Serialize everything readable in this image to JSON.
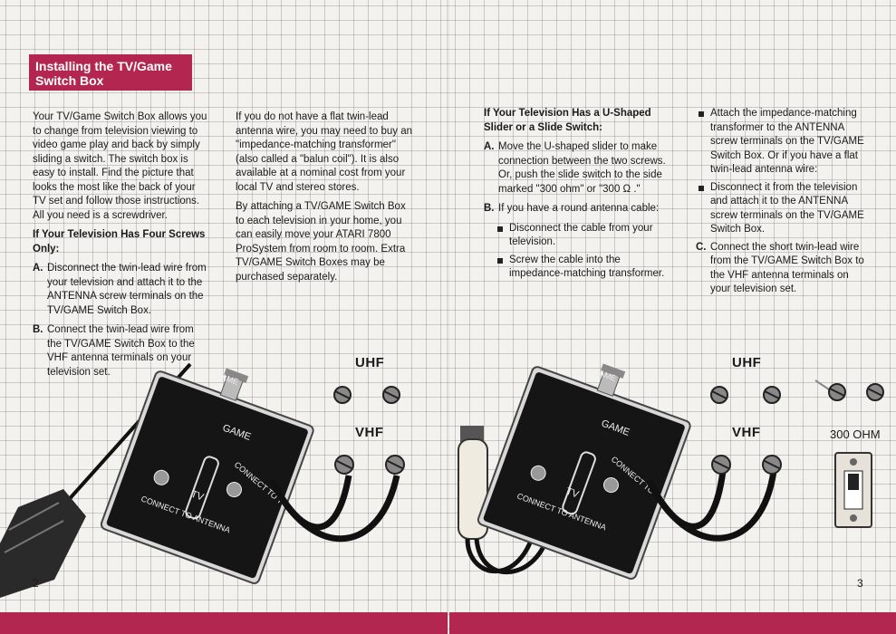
{
  "left_page": {
    "title": "Installing the TV/Game Switch Box",
    "intro": "Your TV/Game Switch Box allows you to change from television viewing to video game play and back by simply sliding a switch. The switch box is easy to install. Find the picture that looks the most like the back of your TV set and follow those instructions. All you need is a screwdriver.",
    "heading": "If Your Television Has Four Screws Only:",
    "steps": [
      {
        "label": "A.",
        "text": "Disconnect the twin-lead wire from your television and attach it to the ANTENNA screw terminals on the TV/GAME Switch Box."
      },
      {
        "label": "B.",
        "text": "Connect the twin-lead wire from the TV/GAME Switch Box to the VHF antenna terminals on your television set."
      }
    ],
    "col2_p1": "If you do not have a flat twin-lead antenna wire, you may need to buy an \"impedance-matching transformer\" (also called a \"balun coil\"). It is also available at a nominal cost from your local TV and stereo stores.",
    "col2_p2": "By attaching a TV/GAME Switch Box to each television in your home, you can easily move your ATARI 7800 ProSystem from room to room. Extra TV/GAME Switch Boxes may be purchased separately.",
    "page_number": "2",
    "illustration": {
      "uhf": "UHF",
      "vhf": "VHF",
      "box_game_top": "GAME",
      "box_game": "GAME",
      "box_tv": "TV",
      "box_connect_tv": "CONNECT TO TV VHF",
      "box_connect_antenna": "CONNECT TO ANTENNA"
    }
  },
  "right_page": {
    "heading": "If Your Television Has a U-Shaped Slider or a Slide Switch:",
    "steps": [
      {
        "label": "A.",
        "text": "Move the U-shaped slider to make connection between the two screws. Or, push the slide switch to the side marked \"300 ohm\" or \"300 Ω .\""
      },
      {
        "label": "B.",
        "text": "If you have a round antenna cable:"
      }
    ],
    "b_bullets": [
      "Disconnect the cable from your television.",
      "Screw the cable into the impedance-matching transformer."
    ],
    "c2_bullets": [
      "Attach the impedance-matching transformer to the ANTENNA screw terminals on the TV/GAME Switch Box. Or if you have a flat twin-lead antenna wire:",
      "Disconnect it from the television and attach it to the ANTENNA screw terminals on the TV/GAME Switch Box."
    ],
    "step_c": {
      "label": "C.",
      "text": "Connect the short twin-lead wire from the TV/GAME Switch Box to the VHF antenna terminals on your television set."
    },
    "page_number": "3",
    "illustration": {
      "uhf": "UHF",
      "vhf": "VHF",
      "ohm": "300 OHM",
      "box_game_top": "GAME",
      "box_game": "GAME",
      "box_tv": "TV",
      "box_connect_tv": "CONNECT TO TV VHF",
      "box_connect_antenna": "CONNECT TO ANTENNA"
    }
  },
  "colors": {
    "accent": "#b3264f",
    "grid": "#8a8a8a",
    "ink": "#1a1a1a"
  }
}
